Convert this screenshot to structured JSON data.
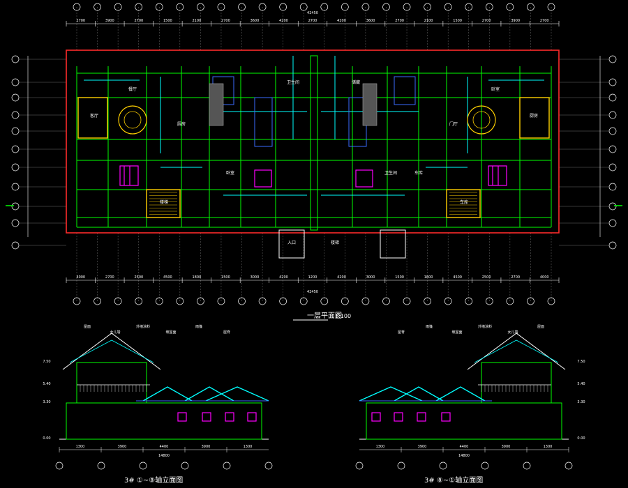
{
  "colors": {
    "background": "#000000",
    "axis": "#ffffff",
    "dimension": "#ffffff",
    "wall": "#00ff00",
    "wall_alt": "#00ffff",
    "exterior_red": "#ff2a2a",
    "yellow": "#ffd000",
    "magenta": "#ff00ff",
    "blue": "#3a6bff",
    "text": "#ffffff"
  },
  "plan": {
    "title": "一层平面图",
    "scale": "1:100",
    "top_dims": [
      "2700",
      "3900",
      "2700",
      "1500",
      "2100",
      "2700",
      "3600",
      "4200",
      "2700",
      "4200",
      "3600",
      "2700",
      "2100",
      "1500",
      "2700",
      "3900",
      "2700"
    ],
    "bottom_dims": [
      "4000",
      "2700",
      "2500",
      "4500",
      "1800",
      "1500",
      "3000",
      "4200",
      "1200",
      "4200",
      "3000",
      "1500",
      "1800",
      "4500",
      "2500",
      "2700",
      "4000"
    ],
    "total_dim": "42450",
    "room_labels": [
      "客厅",
      "餐厅",
      "厨房",
      "卧室",
      "卫生间",
      "楼梯",
      "车库",
      "储藏",
      "门厅",
      "入口"
    ]
  },
  "elevation_left": {
    "title": "3# ①~⑧轴立面图",
    "dims_bottom": [
      "1300",
      "3900",
      "4400",
      "3900",
      "1300"
    ],
    "total": "14800",
    "annotations": [
      "屋面",
      "女儿墙",
      "外墙涂料",
      "坡屋面",
      "雨篷",
      "屋脊"
    ],
    "levels": [
      "7.50",
      "5.40",
      "3.30",
      "0.00"
    ]
  },
  "elevation_right": {
    "title": "3# ⑧~①轴立面图",
    "dims_bottom": [
      "1300",
      "3900",
      "4400",
      "3900",
      "1300"
    ],
    "total": "14800",
    "annotations": [
      "屋面",
      "女儿墙",
      "外墙涂料",
      "坡屋面",
      "雨篷",
      "屋脊"
    ],
    "levels": [
      "7.50",
      "5.40",
      "3.30",
      "0.00"
    ]
  }
}
